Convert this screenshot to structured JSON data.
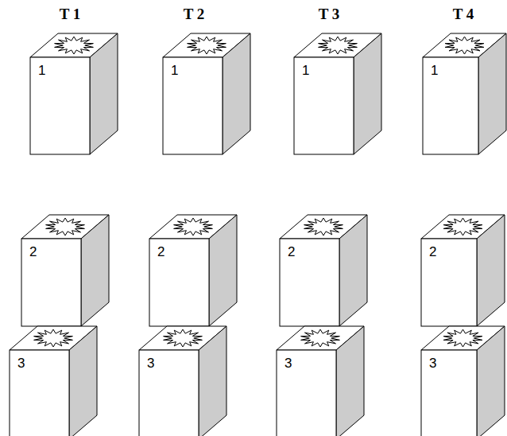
{
  "diagram": {
    "nodes": [
      {
        "text": [
          "1"
        ]
      },
      {
        "text": [
          "1"
        ]
      },
      {
        "text": [
          "1"
        ]
      },
      {
        "text": [
          "1"
        ]
      },
      {
        "text": [
          "2"
        ]
      },
      {
        "text": [
          "2"
        ]
      },
      {
        "text": [
          "2"
        ]
      },
      {
        "text": [
          "2"
        ]
      },
      {
        "text": [
          "3"
        ]
      },
      {
        "text": [
          "3"
        ]
      },
      {
        "text": [
          "3"
        ]
      },
      {
        "text": [
          "3"
        ]
      }
    ],
    "labels": [
      "T 1",
      "T 2",
      "T 3",
      "T 4"
    ]
  }
}
